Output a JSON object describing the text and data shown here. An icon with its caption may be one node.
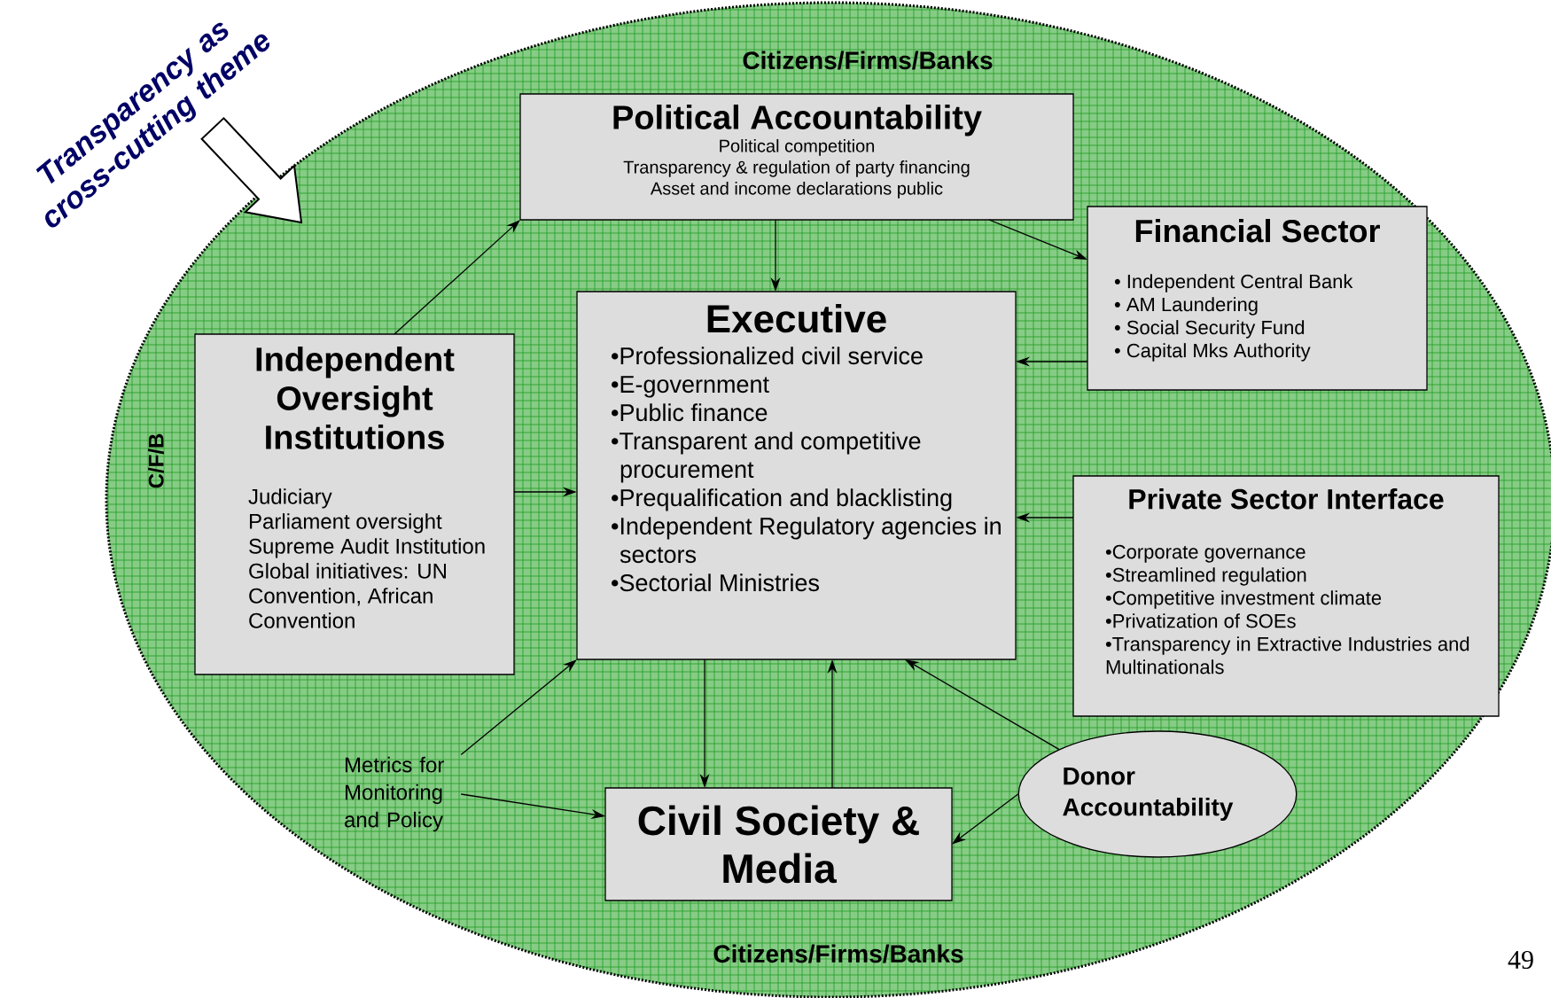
{
  "diagram": {
    "nodes": [
      {
        "text": [
          "Citizens/Firms/Banks",
          "C/F/B",
          "Citizens/Firms/Banks"
        ]
      },
      {
        "text": [
          "Political Accountability",
          "Political competition",
          "Transparency & regulation of party financing",
          "Asset and income declarations public"
        ],
        "in": 0
      },
      {
        "text": [
          "Financial Sector",
          "• Independent Central Bank",
          "• AM Laundering",
          "• Social Security Fund",
          "• Capital Mks Authority"
        ],
        "in": 0
      },
      {
        "text": [
          "Independent Oversight Institutions",
          "Judiciary",
          "Parliament oversight",
          "Supreme Audit Institution",
          "Global initiatives: UN Convention, African Convention"
        ],
        "in": 0
      },
      {
        "text": [
          "Executive",
          "•Professionalized civil service",
          "•E-government",
          "•Public finance",
          "•Transparent and competitive procurement",
          "•Prequalification and blacklisting",
          "•Independent Regulatory agencies in sectors",
          "•Sectorial Ministries"
        ],
        "in": 0
      },
      {
        "text": [
          "Private Sector Interface",
          "•Corporate governance",
          "•Streamlined regulation",
          "•Competitive investment climate",
          "•Privatization of SOEs",
          "•Transparency in Extractive Industries and Multinationals"
        ],
        "in": 0
      },
      {
        "text": [
          "Metrics for Monitoring and Policy"
        ],
        "in": 0
      },
      {
        "text": [
          "Civil Society & Media"
        ],
        "in": 0
      },
      {
        "text": [
          "Donor Accountability"
        ],
        "in": 0
      },
      {
        "text": [
          "Transparency as cross-cutting theme"
        ]
      }
    ],
    "edges": [
      {
        "from": 3,
        "to": 1,
        "arrow": "to"
      },
      {
        "from": 1,
        "to": 4,
        "arrow": "to"
      },
      {
        "from": 1,
        "to": 2,
        "arrow": "to"
      },
      {
        "from": 2,
        "to": 4,
        "arrow": "to"
      },
      {
        "from": 3,
        "to": 4,
        "arrow": "to"
      },
      {
        "from": 5,
        "to": 4,
        "arrow": "to"
      },
      {
        "from": 6,
        "to": 4,
        "arrow": "to"
      },
      {
        "from": 6,
        "to": 7,
        "arrow": "to"
      },
      {
        "from": 4,
        "to": 7,
        "arrow": "to"
      },
      {
        "from": 7,
        "to": 4,
        "arrow": "to"
      },
      {
        "from": 8,
        "to": 4,
        "arrow": "to"
      },
      {
        "from": 8,
        "to": 7,
        "arrow": "to"
      },
      {
        "from": 9,
        "to": 0,
        "arrow": "to",
        "style": "thick"
      }
    ],
    "labels": [
      "49"
    ]
  }
}
